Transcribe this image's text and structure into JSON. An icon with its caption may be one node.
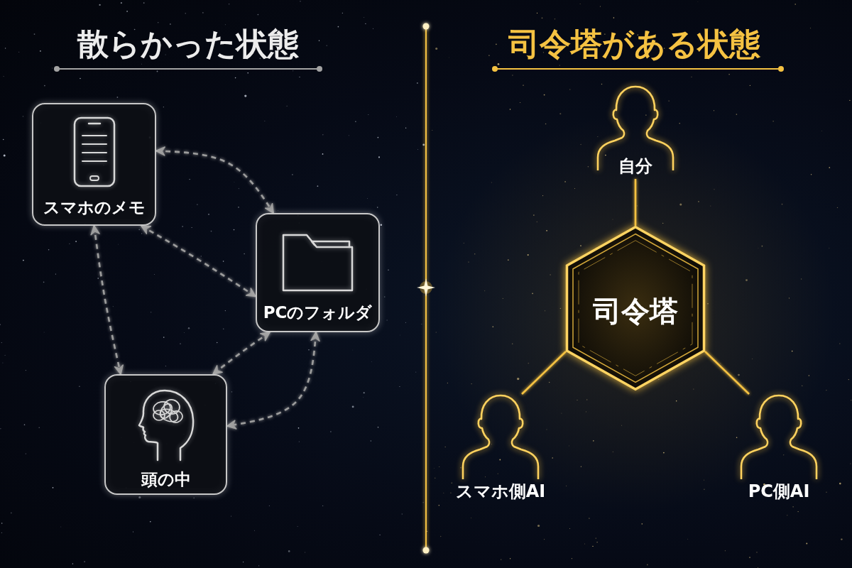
{
  "diagram": {
    "nodes": [
      {
        "text": [
          "スマホのメモ"
        ]
      },
      {
        "text": [
          "PCのフォルダ"
        ]
      },
      {
        "text": [
          "頭の中"
        ]
      },
      {
        "text": [
          "自分"
        ]
      },
      {
        "text": [
          "司令塔"
        ]
      },
      {
        "text": [
          "スマホ側AI"
        ]
      },
      {
        "text": [
          "PC側AI"
        ]
      }
    ],
    "edges": [
      {
        "from": 0,
        "to": 1,
        "arrow": "both",
        "style": "dashed"
      },
      {
        "from": 0,
        "to": 1,
        "arrow": "both",
        "style": "dashed"
      },
      {
        "from": 0,
        "to": 2,
        "arrow": "both",
        "style": "dashed"
      },
      {
        "from": 1,
        "to": 2,
        "arrow": "both",
        "style": "dashed"
      },
      {
        "from": 1,
        "to": 2,
        "arrow": "both",
        "style": "dashed"
      },
      {
        "from": 3,
        "to": 4,
        "arrow": "none",
        "color": "#f5c242"
      },
      {
        "from": 4,
        "to": 5,
        "arrow": "none",
        "color": "#f5c242"
      },
      {
        "from": 4,
        "to": 6,
        "arrow": "none",
        "color": "#f5c242"
      }
    ],
    "labels": [
      "散らかった状態",
      "司令塔がある状態"
    ]
  }
}
